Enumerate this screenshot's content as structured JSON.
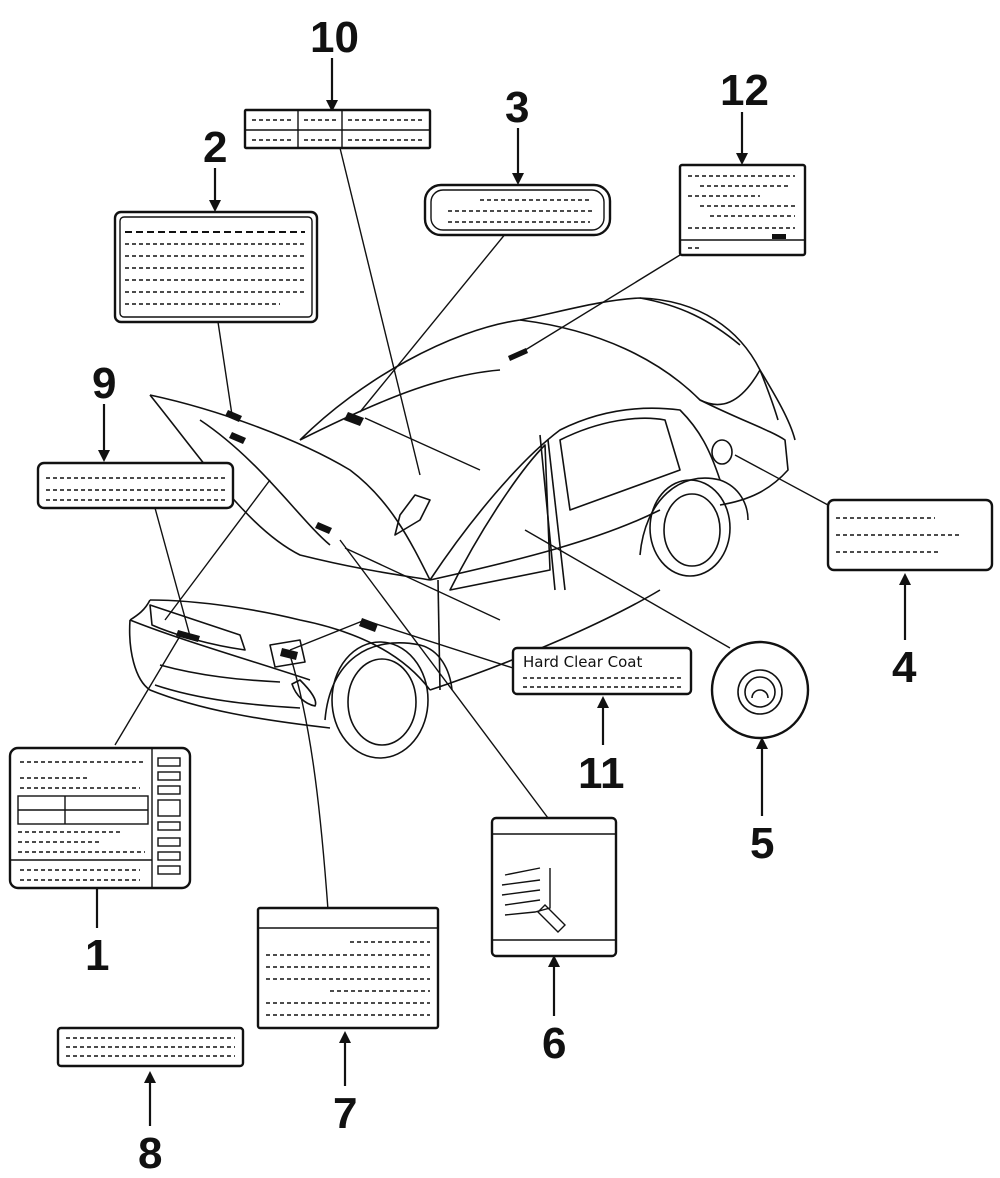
{
  "title": "Vehicle labels locator diagram",
  "callouts": [
    {
      "number": "1",
      "part": "emission-control-label"
    },
    {
      "number": "2",
      "part": "hood-label"
    },
    {
      "number": "3",
      "part": "sun-visor-label"
    },
    {
      "number": "4",
      "part": "fuel-door-label"
    },
    {
      "number": "5",
      "part": "round-label"
    },
    {
      "number": "6",
      "part": "door-pillar-caution-label"
    },
    {
      "number": "7",
      "part": "radiator-support-label"
    },
    {
      "number": "8",
      "part": "strip-label"
    },
    {
      "number": "9",
      "part": "radiator-warning-label"
    },
    {
      "number": "10",
      "part": "tire-pressure-label"
    },
    {
      "number": "11",
      "part": "paint-label"
    },
    {
      "number": "12",
      "part": "roof-label"
    }
  ],
  "paint_label_text": "Hard Clear Coat"
}
